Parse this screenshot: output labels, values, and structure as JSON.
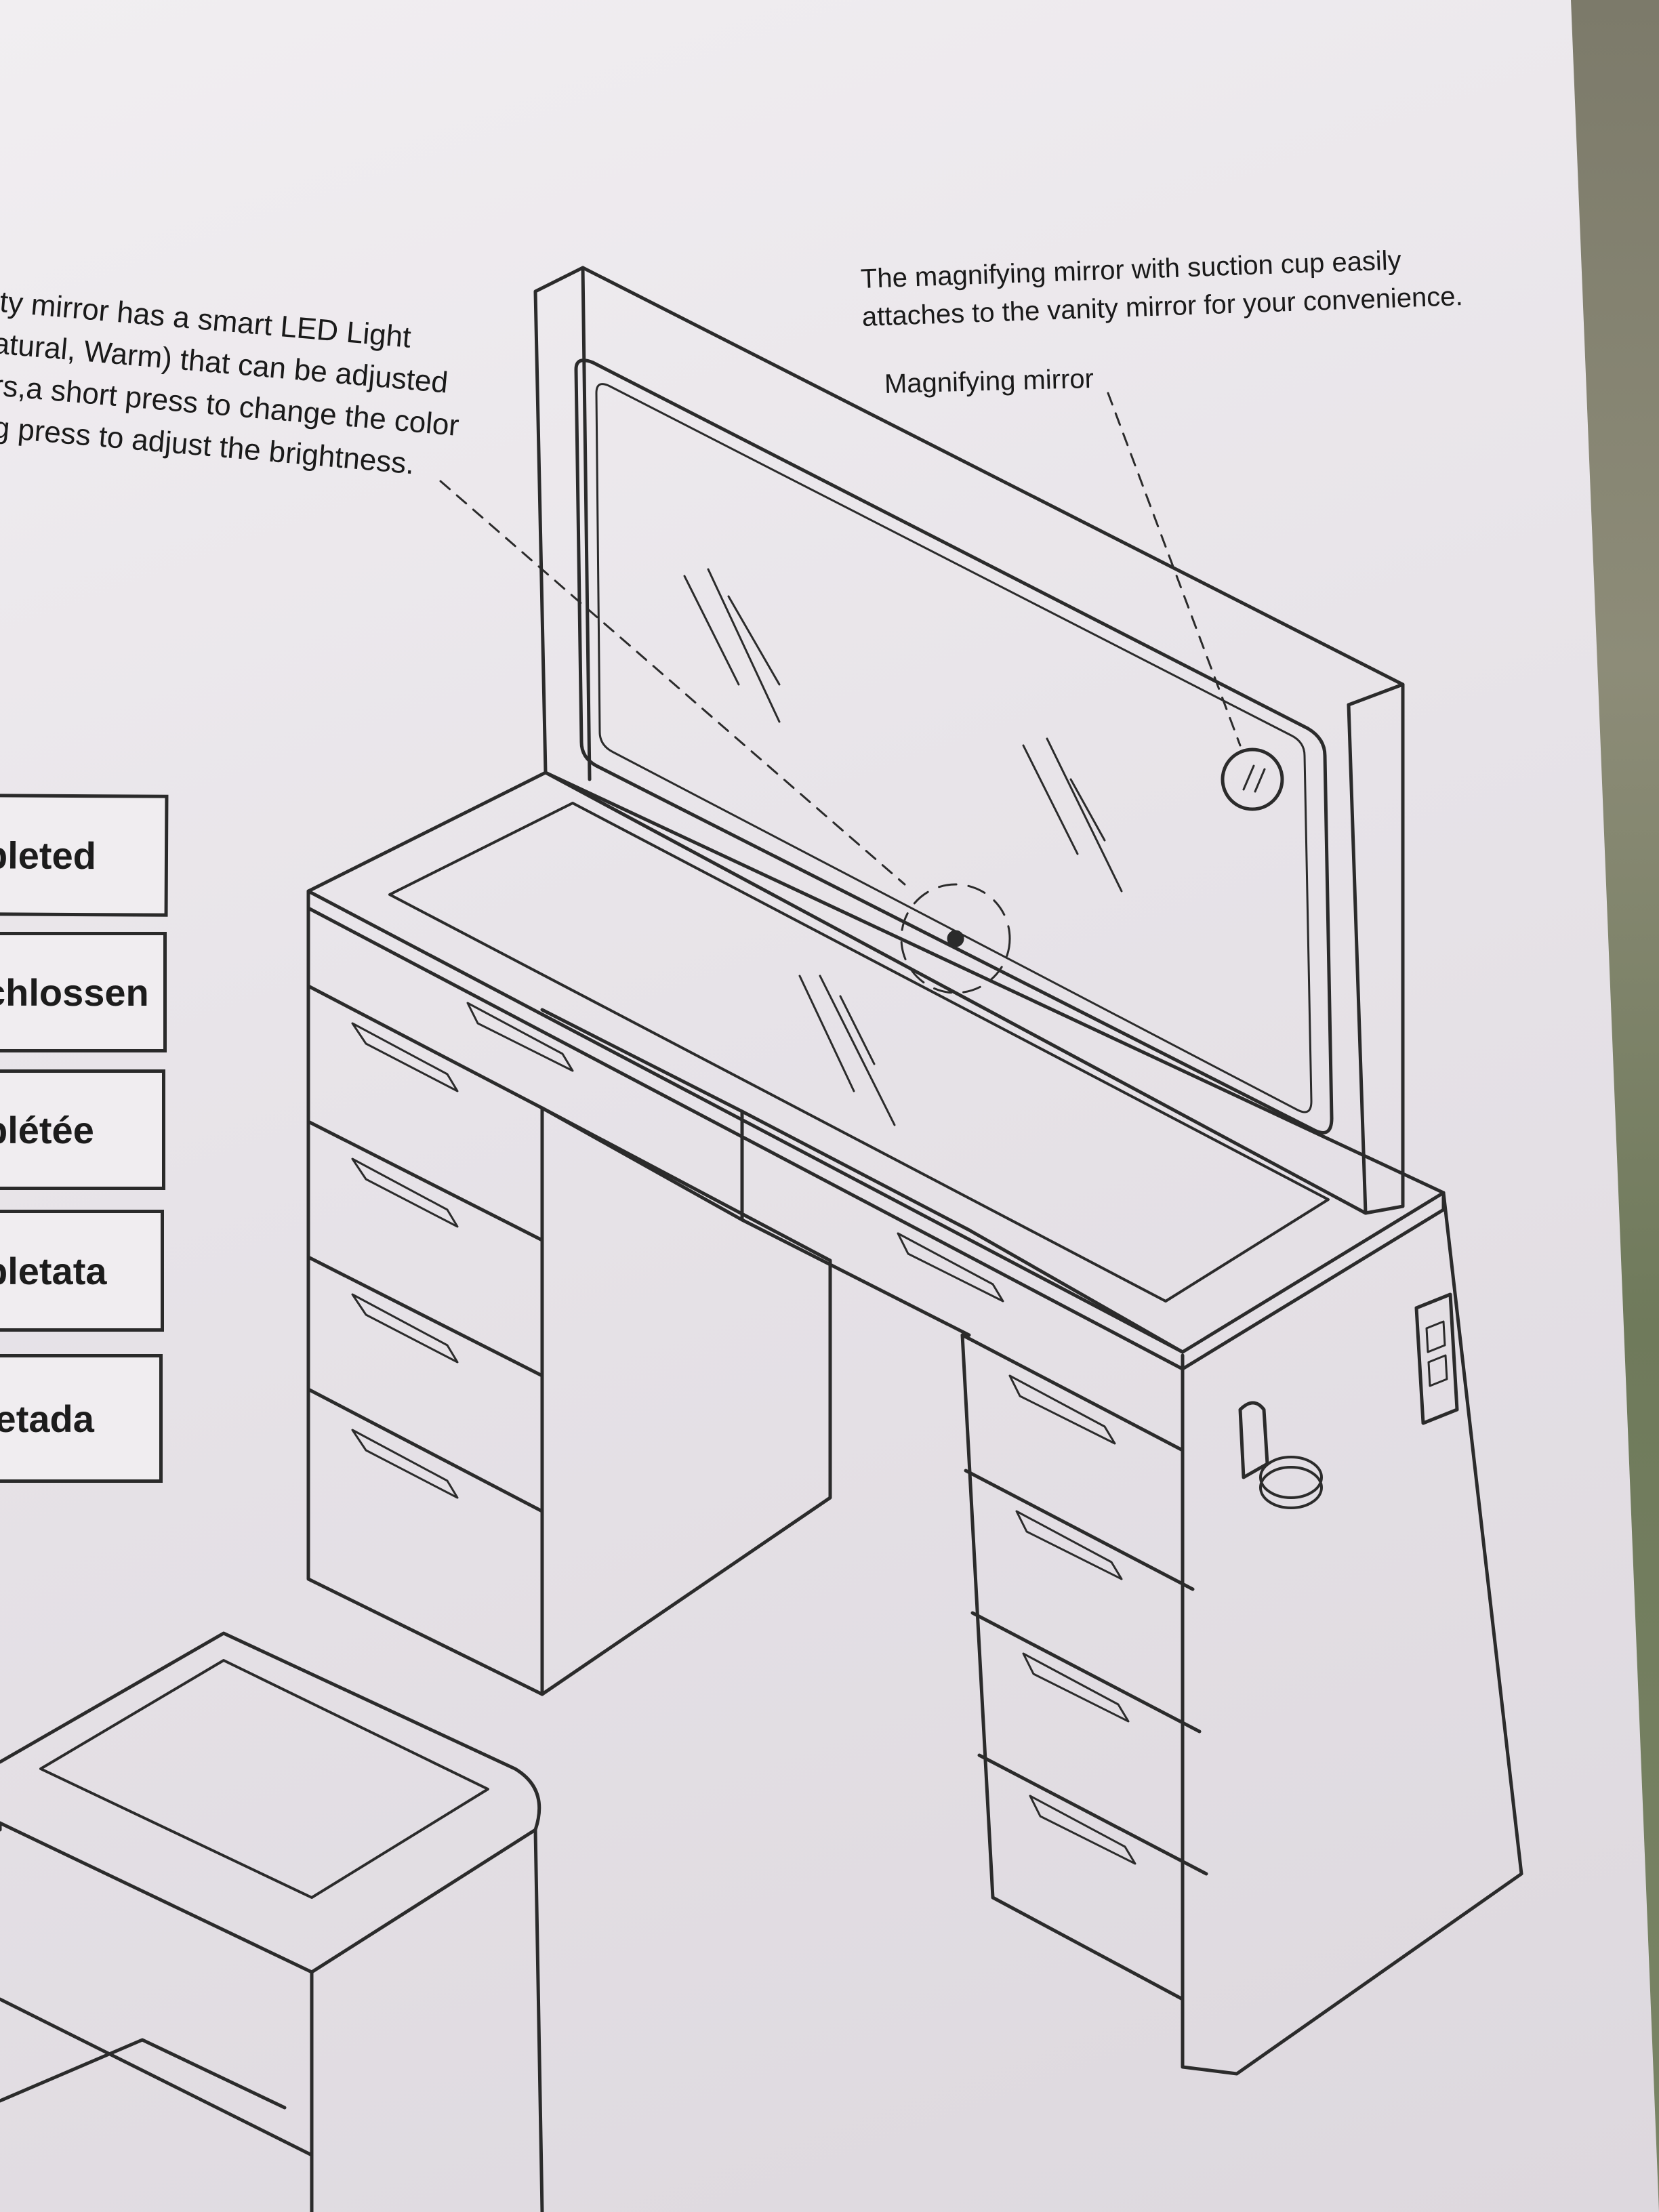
{
  "led_callout": {
    "lines": [
      "ity mirror has a smart LED Light",
      "atural, Warm) that can be adjusted",
      "rs,a short press to change the color",
      "g press to adjust the brightness."
    ]
  },
  "magnifier_callout": {
    "lines": [
      "The magnifying mirror with suction cup easily",
      "attaches to the vanity mirror for your convenience."
    ],
    "label": "Magnifying mirror"
  },
  "language_labels": [
    "pleted",
    "chlossen",
    "plétée",
    "pletata",
    "letada"
  ],
  "colors": {
    "ink": "#1a1a1a",
    "paper": "#ece9ec",
    "background": "#7c7a6a"
  }
}
